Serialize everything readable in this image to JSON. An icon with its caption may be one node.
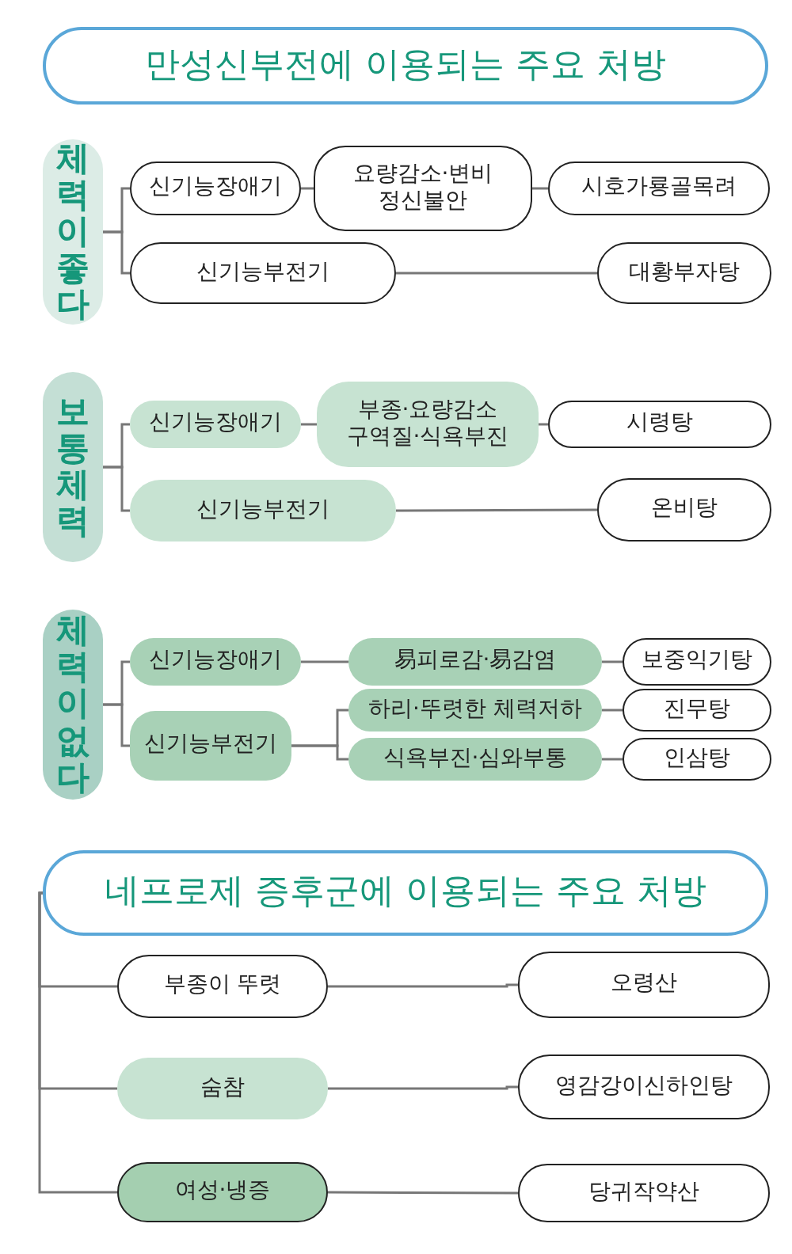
{
  "diagram": {
    "nodes": [
      {
        "text": [
          "만성신부전에 이용되는 주요 처방"
        ]
      },
      {
        "text": [
          "체력이 좋다"
        ]
      },
      {
        "text": [
          "신기능장애기"
        ]
      },
      {
        "text": [
          "요량감소·변비 정신불안"
        ]
      },
      {
        "text": [
          "시호가룡골목려"
        ]
      },
      {
        "text": [
          "신기능부전기"
        ]
      },
      {
        "text": [
          "대황부자탕"
        ]
      },
      {
        "text": [
          "보통 체력"
        ]
      },
      {
        "text": [
          "신기능장애기"
        ]
      },
      {
        "text": [
          "부종·요량감소 구역질·식욕부진"
        ]
      },
      {
        "text": [
          "시령탕"
        ]
      },
      {
        "text": [
          "신기능부전기"
        ]
      },
      {
        "text": [
          "온비탕"
        ]
      },
      {
        "text": [
          "체력이 없다"
        ]
      },
      {
        "text": [
          "신기능장애기"
        ]
      },
      {
        "text": [
          "易피로감·易감염"
        ]
      },
      {
        "text": [
          "보중익기탕"
        ]
      },
      {
        "text": [
          "신기능부전기"
        ]
      },
      {
        "text": [
          "하리·뚜렷한 체력저하"
        ]
      },
      {
        "text": [
          "식욕부진·심와부통"
        ]
      },
      {
        "text": [
          "진무탕"
        ]
      },
      {
        "text": [
          "인삼탕"
        ]
      },
      {
        "text": [
          "네프로제 증후군에 이용되는 주요 처방"
        ]
      },
      {
        "text": [
          "부종이 뚜렷"
        ]
      },
      {
        "text": [
          "오령산"
        ]
      },
      {
        "text": [
          "숨참"
        ]
      },
      {
        "text": [
          "영감강이신하인탕"
        ]
      },
      {
        "text": [
          "여성·냉증"
        ]
      },
      {
        "text": [
          "당귀작약산"
        ]
      }
    ],
    "edges": [
      {
        "from": 1,
        "to": 2,
        "arrow": "none"
      },
      {
        "from": 1,
        "to": 5,
        "arrow": "none"
      },
      {
        "from": 2,
        "to": 3,
        "arrow": "none"
      },
      {
        "from": 3,
        "to": 4,
        "arrow": "none"
      },
      {
        "from": 5,
        "to": 6,
        "arrow": "none"
      },
      {
        "from": 7,
        "to": 8,
        "arrow": "none"
      },
      {
        "from": 7,
        "to": 11,
        "arrow": "none"
      },
      {
        "from": 8,
        "to": 9,
        "arrow": "none"
      },
      {
        "from": 9,
        "to": 10,
        "arrow": "none"
      },
      {
        "from": 11,
        "to": 12,
        "arrow": "none"
      },
      {
        "from": 13,
        "to": 14,
        "arrow": "none"
      },
      {
        "from": 13,
        "to": 17,
        "arrow": "none"
      },
      {
        "from": 14,
        "to": 15,
        "arrow": "none"
      },
      {
        "from": 15,
        "to": 16,
        "arrow": "none"
      },
      {
        "from": 17,
        "to": 18,
        "arrow": "none"
      },
      {
        "from": 17,
        "to": 19,
        "arrow": "none"
      },
      {
        "from": 18,
        "to": 20,
        "arrow": "none"
      },
      {
        "from": 19,
        "to": 21,
        "arrow": "none"
      },
      {
        "from": 22,
        "to": 23,
        "arrow": "none"
      },
      {
        "from": 22,
        "to": 25,
        "arrow": "none"
      },
      {
        "from": 22,
        "to": 27,
        "arrow": "none"
      },
      {
        "from": 23,
        "to": 24,
        "arrow": "none"
      },
      {
        "from": 25,
        "to": 26,
        "arrow": "none"
      },
      {
        "from": 27,
        "to": 28,
        "arrow": "none"
      }
    ]
  }
}
